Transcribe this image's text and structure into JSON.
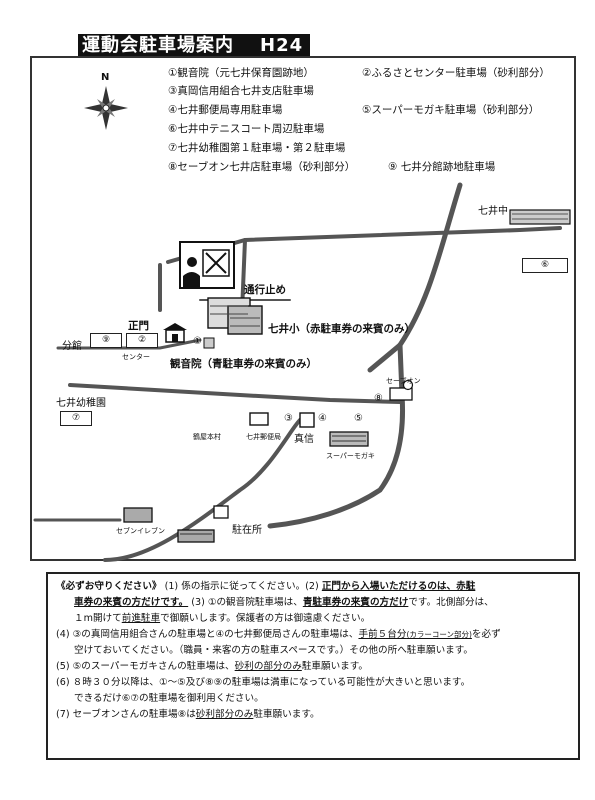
{
  "header": {
    "title": "運動会駐車場案内",
    "year": "H24"
  },
  "legend": {
    "l1": "①観音院（元七井保育園跡地）",
    "l2": "②ふるさとセンター駐車場（砂利部分）",
    "l3": "③真岡信用組合七井支店駐車場",
    "l4": "④七井郵便局専用駐車場",
    "l5": "⑤スーパーモガキ駐車場（砂利部分）",
    "l6": "⑥七井中テニスコート周辺駐車場",
    "l7": "⑦七井幼稚園第１駐車場・第２駐車場",
    "l8": "⑧セーブオン七井店駐車場（砂利部分）",
    "l9": "⑨ 七井分館跡地駐車場"
  },
  "map": {
    "compass": "N",
    "road_closed": "通行止め",
    "school": "七井小（赤駐車券の来賓のみ）",
    "main_gate": "正門",
    "temple": "観音院（青駐車券の来賓のみ）",
    "branch": "分館",
    "center": "センター",
    "kindergarten": "七井幼稚園",
    "jhs": "七井中",
    "bank": "真信",
    "saveon": "セーブオン",
    "supermarket": "スーパーモガキ",
    "post": "七井郵便局",
    "police": "駐在所",
    "seven": "セブンイレブン",
    "shop": "鶴屋本村",
    "n1": "①",
    "n2": "②",
    "n3": "③",
    "n4": "④",
    "n5": "⑤",
    "n6": "⑥",
    "n7": "⑦",
    "n8": "⑧",
    "n9": "⑨"
  },
  "notice": {
    "line1a": "《必ずお守りください》",
    "line1b": " (1) 係の指示に従ってください。(2) ",
    "line1c": "正門から入場いただけるのは、赤駐",
    "line2a": "車券の来賓の方だけです。",
    "line2b": " (3) ①の観音院駐車場は、",
    "line2c": "青駐車券の来賓の方だけ",
    "line2d": "です。北側部分は、",
    "line3a": "１m開けて",
    "line3b": "前進駐車",
    "line3c": "で御願いします。保護者の方は御遠慮ください。",
    "line4a": "(4) ③の真岡信用組合さんの駐車場と④の七井郵便局さんの駐車場は、",
    "line4b": "手前５台分",
    "line4c": "(カラーコーン部分)",
    "line4d": "を必ず",
    "line5": "空けておいてください。（職員・来客の方の駐車スペースです。）その他の所へ駐車願います。",
    "line6a": "(5) ⑤のスーパーモガキさんの駐車場は、",
    "line6b": "砂利の部分のみ",
    "line6c": "駐車願います。",
    "line7": "(6) ８時３０分以降は、①～⑤及び⑧⑨の駐車場は満車になっている可能性が大きいと思います。",
    "line8": "できるだけ⑥⑦の駐車場を御利用ください。",
    "line9a": "(7) セーブオンさんの駐車場⑧は",
    "line9b": "砂利部分のみ",
    "line9c": "駐車願います。"
  }
}
